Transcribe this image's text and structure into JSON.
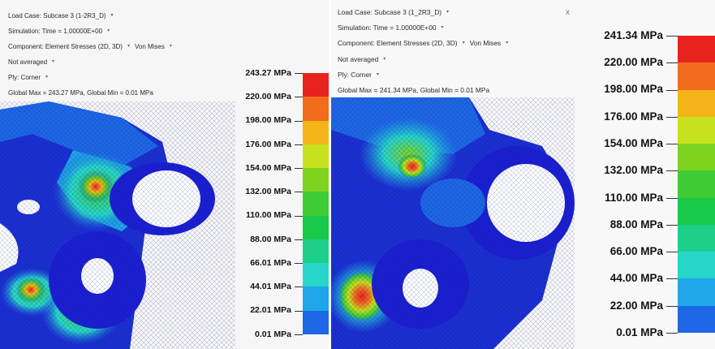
{
  "left": {
    "load_case": "Load Case: Subcase 3 (1-2R3_D)",
    "simulation": "Simulation: Time = 1.00000E+00",
    "component": "Component: Element Stresses (2D, 3D)",
    "component_type": "Von Mises",
    "averaging": "Not averaged",
    "ply": "Ply: Corner",
    "global": "Global Max = 243.27 MPa, Global Min = 0.01 MPa",
    "legend_labels": [
      "243.27 MPa",
      "220.00 MPa",
      "198.00 MPa",
      "176.00 MPa",
      "154.00 MPa",
      "132.00 MPa",
      "110.00 MPa",
      "88.00 MPa",
      "66.01 MPa",
      "44.01 MPa",
      "22.01 MPa",
      "0.01 MPa"
    ]
  },
  "right": {
    "load_case": "Load Case: Subcase 3 (1_2R3_D)",
    "simulation": "Simulation: Time = 1.00000E+00",
    "component": "Component: Element Stresses (2D, 3D)",
    "component_type": "Von Mises",
    "averaging": "Not averaged",
    "ply": "Ply: Corner",
    "global": "Global Max = 241.34 MPa, Global Min = 0.01 MPa",
    "close": "x",
    "legend_labels": [
      "241.34 MPa",
      "220.00 MPa",
      "198.00 MPa",
      "176.00 MPa",
      "154.00 MPa",
      "132.00 MPa",
      "110.00 MPa",
      "88.00 MPa",
      "66.00 MPa",
      "44.00 MPa",
      "22.00 MPa",
      "0.01 MPa"
    ]
  },
  "legend_colors": [
    "#e8231d",
    "#f26c1d",
    "#f5b51a",
    "#c8e11e",
    "#7ed321",
    "#3fcc35",
    "#19c94a",
    "#1ecf8a",
    "#27d6c9",
    "#1fa6ea",
    "#1e67e6",
    "#1b1fd1"
  ]
}
